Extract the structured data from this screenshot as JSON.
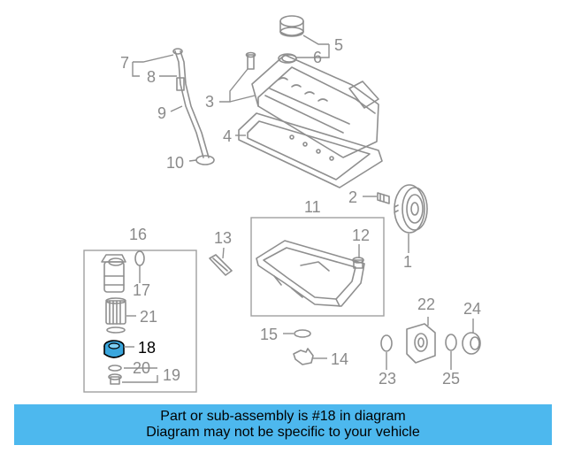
{
  "diagram": {
    "callouts": {
      "c1": "1",
      "c2": "2",
      "c3": "3",
      "c4": "4",
      "c5": "5",
      "c6": "6",
      "c7": "7",
      "c8": "8",
      "c9": "9",
      "c10": "10",
      "c11": "11",
      "c12": "12",
      "c13": "13",
      "c14": "14",
      "c15": "15",
      "c16": "16",
      "c17": "17",
      "c18": "18",
      "c19": "19",
      "c20": "20",
      "c21": "21",
      "c22": "22",
      "c23": "23",
      "c24": "24",
      "c25": "25"
    },
    "highlighted_part": "18",
    "highlight_color": "#3aa6dd"
  },
  "banner": {
    "line1": "Part or sub-assembly is #18 in diagram",
    "line2": "Diagram may not be specific to your vehicle",
    "background": "#4db8ee"
  }
}
